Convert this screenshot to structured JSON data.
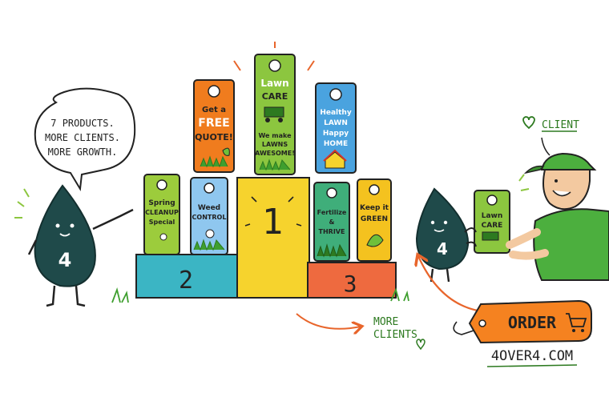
{
  "speech": {
    "line1": "7 PRODUCTS.",
    "line2": "MORE CLIENTS.",
    "line3": "MORE GROWTH."
  },
  "mascot": {
    "number": "4"
  },
  "podium": {
    "first": "1",
    "second": "2",
    "third": "3"
  },
  "hangers": {
    "free_quote": {
      "l1": "Get a",
      "l2": "FREE",
      "l3": "QUOTE!",
      "color": "#f07c1e"
    },
    "lawn_care": {
      "l1": "Lawn",
      "l2": "CARE",
      "l3": "We make",
      "l4": "LAWNS",
      "l5": "AWESOME!",
      "color": "#8cc63f"
    },
    "healthy_lawn": {
      "l1": "Healthy",
      "l2": "LAWN",
      "l3": "Happy",
      "l4": "HOME",
      "color": "#4aa3df"
    },
    "spring": {
      "l1": "Spring",
      "l2": "CLEANUP",
      "l3": "Special",
      "color": "#9ccc3c"
    },
    "weed": {
      "l1": "Weed",
      "l2": "CONTROL",
      "color": "#8fc7ef"
    },
    "fertilize": {
      "l1": "Fertilize",
      "l2": "&",
      "l3": "THRIVE",
      "color": "#3fae7a"
    },
    "keep_green": {
      "l1": "Keep it",
      "l2": "GREEN",
      "color": "#f4c21f"
    },
    "client_hanger": {
      "l1": "Lawn",
      "l2": "CARE",
      "color": "#8cc63f"
    }
  },
  "client_label": "CLIENT",
  "more_clients": {
    "l1": "MORE",
    "l2": "CLIENTS"
  },
  "order_tag": {
    "label": "ORDER",
    "color": "#f58220"
  },
  "site": "4OVER4.COM",
  "colors": {
    "mascot": "#1f4a4a",
    "podium1": "#f6d32d",
    "podium2": "#3bb5c4",
    "podium3": "#ee6a3f",
    "accent": "#e8652b"
  }
}
